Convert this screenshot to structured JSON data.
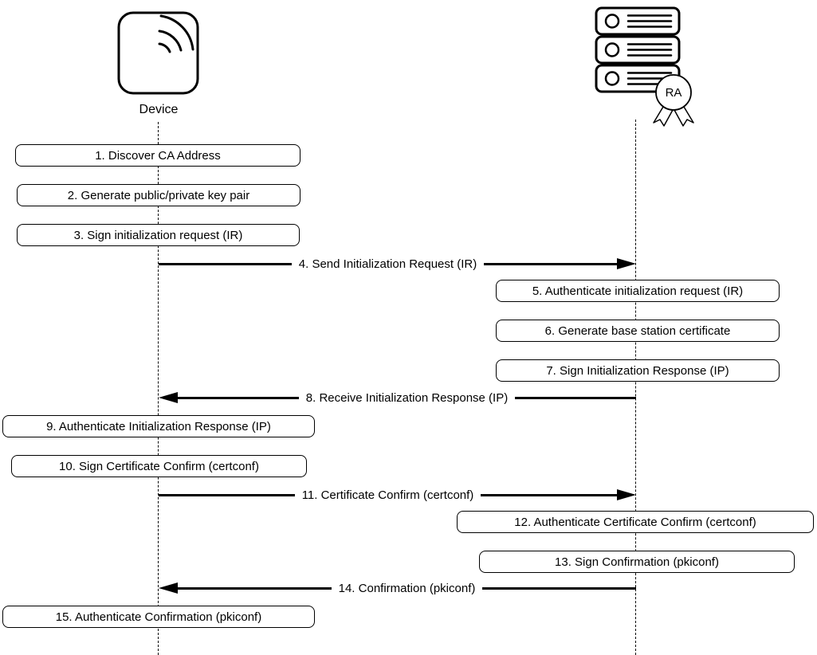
{
  "diagram": {
    "type": "sequence-diagram",
    "colors": {
      "stroke": "#000000",
      "background": "#ffffff"
    },
    "actors": [
      {
        "id": "device",
        "label": "Device",
        "icon": "wireless-device-icon"
      },
      {
        "id": "ra",
        "label": "RA",
        "icon": "server-stack-icon",
        "badge_label": "RA"
      }
    ],
    "steps": [
      {
        "num": 1,
        "kind": "action",
        "lane": "device",
        "label": "1. Discover CA Address"
      },
      {
        "num": 2,
        "kind": "action",
        "lane": "device",
        "label": "2. Generate public/private key pair"
      },
      {
        "num": 3,
        "kind": "action",
        "lane": "device",
        "label": "3. Sign initialization request (IR)"
      },
      {
        "num": 4,
        "kind": "message",
        "from": "device",
        "to": "ra",
        "direction": "right",
        "label": "4. Send Initialization Request (IR)"
      },
      {
        "num": 5,
        "kind": "action",
        "lane": "ra",
        "label": "5. Authenticate initialization request (IR)"
      },
      {
        "num": 6,
        "kind": "action",
        "lane": "ra",
        "label": "6. Generate base station certificate"
      },
      {
        "num": 7,
        "kind": "action",
        "lane": "ra",
        "label": "7. Sign Initialization Response (IP)"
      },
      {
        "num": 8,
        "kind": "message",
        "from": "ra",
        "to": "device",
        "direction": "left",
        "label": "8. Receive Initialization Response (IP)"
      },
      {
        "num": 9,
        "kind": "action",
        "lane": "device",
        "label": "9. Authenticate Initialization Response (IP)"
      },
      {
        "num": 10,
        "kind": "action",
        "lane": "device",
        "label": "10. Sign Certificate Confirm (certconf)"
      },
      {
        "num": 11,
        "kind": "message",
        "from": "device",
        "to": "ra",
        "direction": "right",
        "label": "11. Certificate Confirm (certconf)"
      },
      {
        "num": 12,
        "kind": "action",
        "lane": "ra",
        "label": "12. Authenticate Certificate Confirm (certconf)"
      },
      {
        "num": 13,
        "kind": "action",
        "lane": "ra",
        "label": "13. Sign Confirmation (pkiconf)"
      },
      {
        "num": 14,
        "kind": "message",
        "from": "ra",
        "to": "device",
        "direction": "left",
        "label": "14. Confirmation (pkiconf)"
      },
      {
        "num": 15,
        "kind": "action",
        "lane": "device",
        "label": "15. Authenticate Confirmation (pkiconf)"
      }
    ]
  }
}
